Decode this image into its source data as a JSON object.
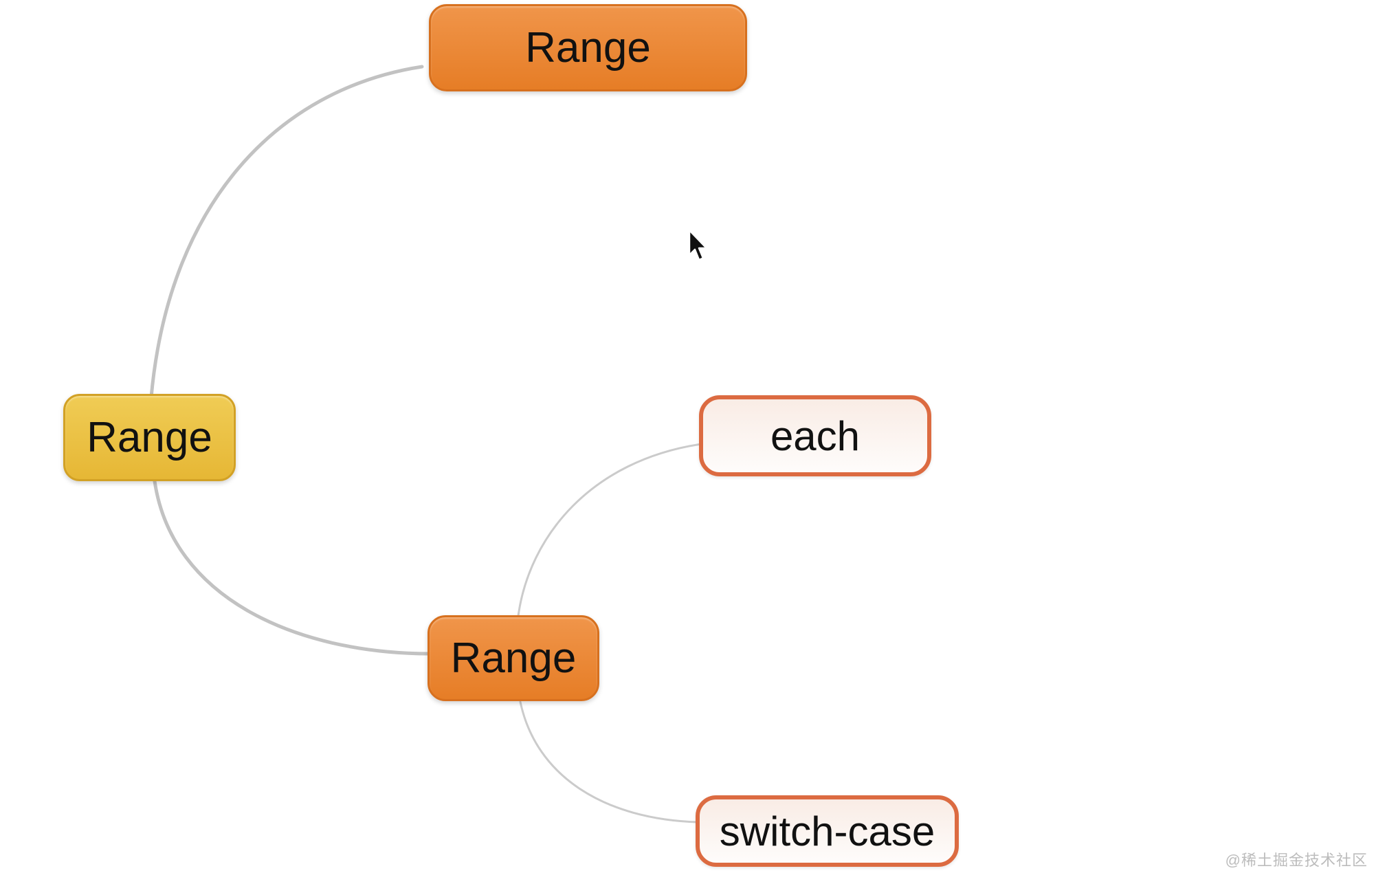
{
  "diagram": {
    "type": "mindmap",
    "nodes": {
      "root": {
        "label": "Range"
      },
      "top_child": {
        "label": "Range"
      },
      "mid_child": {
        "label": "Range"
      },
      "each": {
        "label": "each"
      },
      "switch_case": {
        "label": "switch-case"
      }
    },
    "edges": [
      {
        "from": "root",
        "to": "top_child"
      },
      {
        "from": "root",
        "to": "mid_child"
      },
      {
        "from": "mid_child",
        "to": "each"
      },
      {
        "from": "mid_child",
        "to": "switch_case"
      }
    ]
  },
  "colors": {
    "root_fill_top": "#f0cc55",
    "root_fill_bottom": "#e6b735",
    "root_border": "#d2a125",
    "branch_fill_top": "#f0954a",
    "branch_fill_bottom": "#e67d26",
    "branch_border": "#d7701e",
    "leaf_fill_top": "#f9ece5",
    "leaf_fill_bottom": "#fefcfb",
    "leaf_border": "#dc6b41",
    "connector_main": "#c2c2c2",
    "connector_sub": "#cbcbcb",
    "text": "#111111",
    "watermark": "#bcbcbc"
  },
  "watermark": {
    "text": "@稀土掘金技术社区"
  }
}
